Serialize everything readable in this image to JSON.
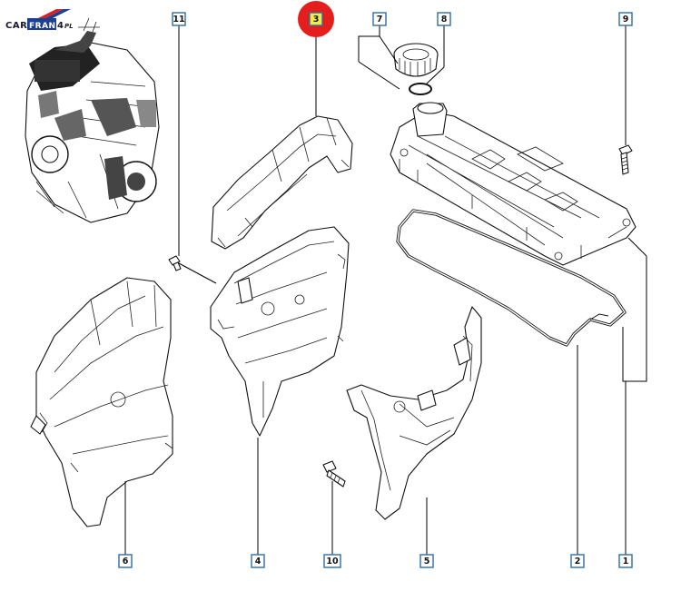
{
  "logo": {
    "brand": "CAR",
    "brand_mid": "FRANCE",
    "brand_num": "4",
    "brand_suffix": "PL",
    "colors": {
      "red": "#d8202a",
      "blue": "#1d3f8f"
    }
  },
  "highlight_color": "#e41d1d",
  "callouts": [
    {
      "id": "c11",
      "label": "11"
    },
    {
      "id": "c3",
      "label": "3",
      "highlighted": true
    },
    {
      "id": "c7",
      "label": "7"
    },
    {
      "id": "c8",
      "label": "8"
    },
    {
      "id": "c9",
      "label": "9"
    },
    {
      "id": "c6",
      "label": "6"
    },
    {
      "id": "c4",
      "label": "4"
    },
    {
      "id": "c10",
      "label": "10"
    },
    {
      "id": "c5",
      "label": "5"
    },
    {
      "id": "c2",
      "label": "2"
    },
    {
      "id": "c1",
      "label": "1"
    }
  ]
}
